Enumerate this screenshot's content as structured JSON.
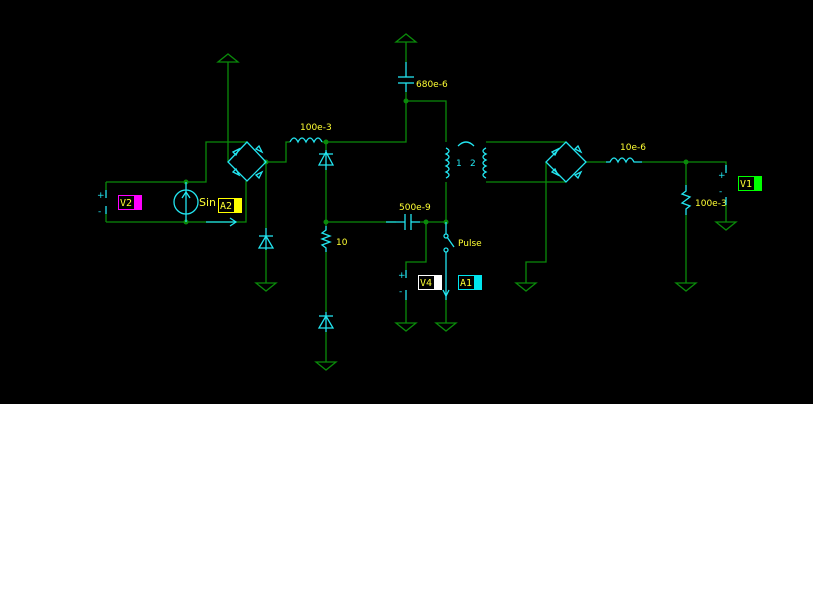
{
  "schematic": {
    "labels": {
      "l1": "100e-3",
      "c_top": "680e-6",
      "c_mid": "500e-9",
      "r_mid": "10",
      "l2": "10e-6",
      "r_load": "100e-3",
      "source_type": "Sin",
      "switch": "Pulse",
      "xfmr_primary": "1",
      "xfmr_secondary": "2",
      "plus": "+",
      "minus": "-"
    },
    "probes": {
      "v2": {
        "name": "V2",
        "color": "#ff00ff"
      },
      "a2": {
        "name": "A2",
        "color": "#ffff00"
      },
      "v4": {
        "name": "V4",
        "color": "#ffffff"
      },
      "a1": {
        "name": "A1",
        "color": "#00e5ee"
      },
      "v1": {
        "name": "V1",
        "color": "#00ff00"
      }
    }
  }
}
